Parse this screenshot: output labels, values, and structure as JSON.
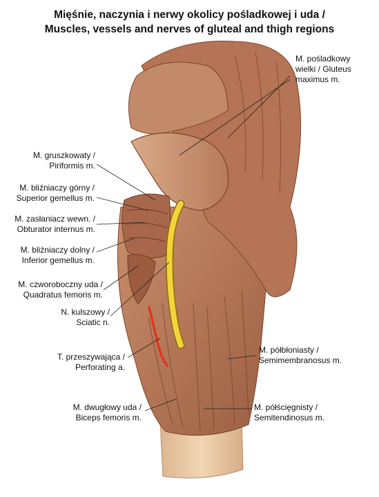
{
  "title_pl": "Mięśnie, naczynia i nerwy okolicy pośladkowej i uda /",
  "title_en": "Muscles, vessels and nerves of gluteal and thigh regions",
  "colors": {
    "muscle_base": "#b77a5a",
    "muscle_dark": "#8a4f35",
    "muscle_light": "#d6a483",
    "nerve": "#f2d43a",
    "artery": "#e0361c",
    "bone": "#e8c9a3"
  },
  "labels": {
    "gluteus_maximus": {
      "l1": "M. pośladkowy",
      "l2": "wielki / Gluteus",
      "l3": "maximus m."
    },
    "piriformis": {
      "l1": "M. gruszkowaty /",
      "l2": "Piriformis m."
    },
    "sup_gemellus": {
      "l1": "M. bliźniaczy górny /",
      "l2": "Superior gemellus m."
    },
    "obt_internus": {
      "l1": "M. zasłaniacz wewn. /",
      "l2": "Obturator internus m."
    },
    "inf_gemellus": {
      "l1": "M. bliźniaczy dolny /",
      "l2": "Inferior gemellus m."
    },
    "quadratus": {
      "l1": "M. czworoboczny uda /",
      "l2": "Quadratus femoris m."
    },
    "sciatic": {
      "l1": "N. kulszowy /",
      "l2": "Sciatic n."
    },
    "perforating": {
      "l1": "T. przeszywająca /",
      "l2": "Perforating a."
    },
    "semimembranosus": {
      "l1": "M. półbłoniasty /",
      "l2": "Semimembranosus m."
    },
    "biceps": {
      "l1": "M. dwugłowy uda /",
      "l2": "Biceps femoris m."
    },
    "semitendinosus": {
      "l1": "M. półścięgnisty /",
      "l2": "Semitendinosus m."
    }
  }
}
